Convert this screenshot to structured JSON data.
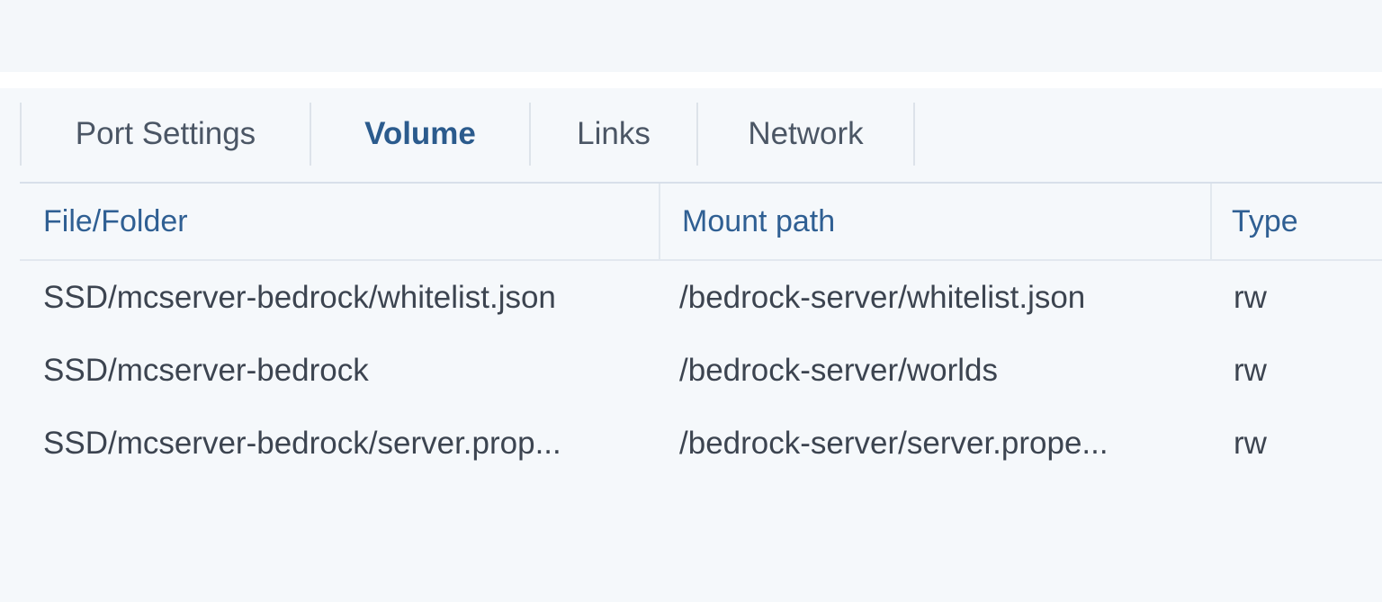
{
  "tabs": [
    {
      "label": "Port Settings",
      "active": false
    },
    {
      "label": "Volume",
      "active": true
    },
    {
      "label": "Links",
      "active": false
    },
    {
      "label": "Network",
      "active": false
    }
  ],
  "table": {
    "columns": [
      "File/Folder",
      "Mount path",
      "Type"
    ],
    "rows": [
      {
        "file": "SSD/mcserver-bedrock/whitelist.json",
        "mount": "/bedrock-server/whitelist.json",
        "type": "rw"
      },
      {
        "file": "SSD/mcserver-bedrock",
        "mount": "/bedrock-server/worlds",
        "type": "rw"
      },
      {
        "file": "SSD/mcserver-bedrock/server.prop...",
        "mount": "/bedrock-server/server.prope...",
        "type": "rw"
      }
    ]
  },
  "colors": {
    "accent": "#2b5b8d",
    "header_text": "#2f5f93",
    "body_text": "#3c4450",
    "background": "#f5f8fb"
  }
}
